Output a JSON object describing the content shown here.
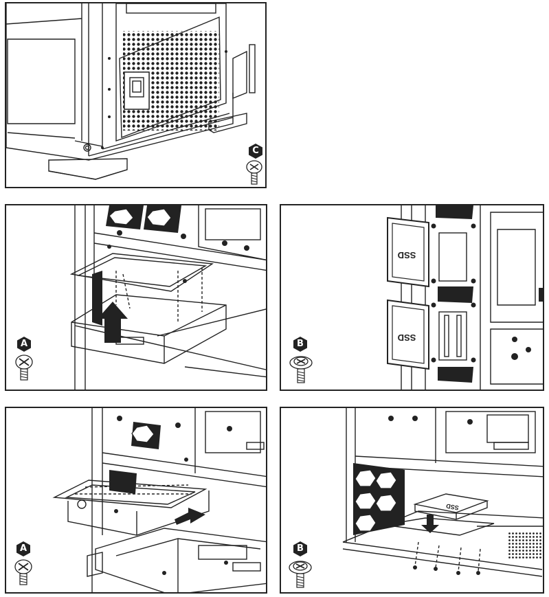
{
  "panels": [
    {
      "id": "psu",
      "badge": "C",
      "screw_type": "psu-screw"
    },
    {
      "id": "hdd-bracket-insert",
      "badge": "A",
      "screw_type": "hdd-screw"
    },
    {
      "id": "ssd-rear-mount",
      "badge": "B",
      "screw_type": "ssd-screw"
    },
    {
      "id": "hdd-bracket-slide",
      "badge": "A",
      "screw_type": "hdd-screw"
    },
    {
      "id": "ssd-floor-mount",
      "badge": "B",
      "screw_type": "ssd-screw"
    }
  ],
  "ssd_labels": [
    "SSD",
    "SSD",
    "SSD"
  ],
  "colors": {
    "line": "#222222",
    "badge_fill": "#222222",
    "screw_fill": "#ffffff"
  }
}
